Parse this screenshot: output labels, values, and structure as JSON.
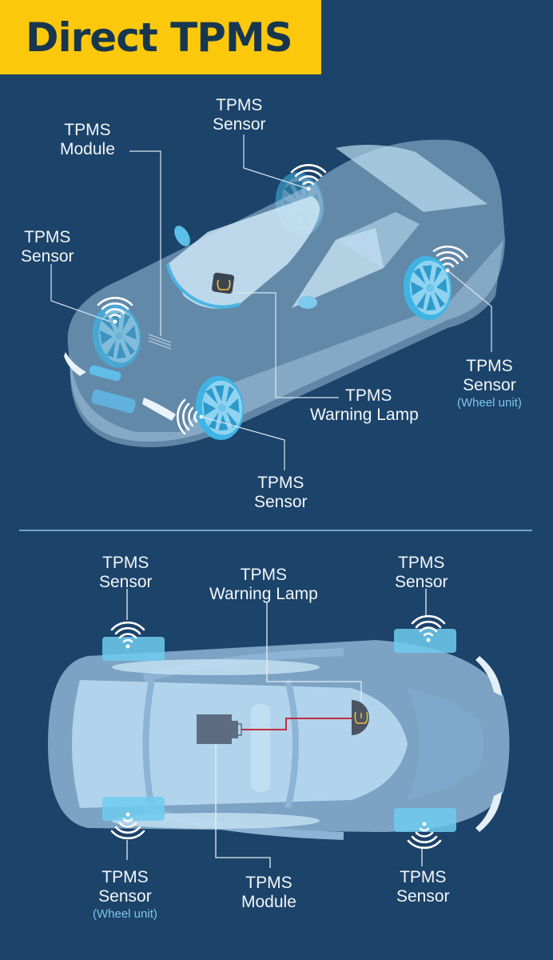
{
  "title": "Direct TPMS",
  "colors": {
    "background": "#1c4369",
    "title_banner": "#fcc80c",
    "title_text": "#17364f",
    "label_text": "#f2f6fa",
    "sub_label_text": "#7ec4f0",
    "car_body": "#a9cde8",
    "wheel": "#3fb4e4",
    "wire": "#c0303a",
    "divider": "#6fa6d3"
  },
  "top_view": {
    "description": "Isometric view of car with sensors",
    "labels": {
      "sensor_top": {
        "line1": "TPMS",
        "line2": "Sensor"
      },
      "module": {
        "line1": "TPMS",
        "line2": "Module"
      },
      "sensor_left": {
        "line1": "TPMS",
        "line2": "Sensor"
      },
      "sensor_right": {
        "line1": "TPMS",
        "line2": "Sensor",
        "sub": "(Wheel unit)"
      },
      "warning_lamp": {
        "line1": "TPMS",
        "line2": "Warning Lamp"
      },
      "sensor_bottom": {
        "line1": "TPMS",
        "line2": "Sensor"
      }
    }
  },
  "bottom_view": {
    "description": "Top-down view of car with sensors",
    "labels": {
      "sensor_top_left": {
        "line1": "TPMS",
        "line2": "Sensor"
      },
      "warning_lamp": {
        "line1": "TPMS",
        "line2": "Warning Lamp"
      },
      "sensor_top_right": {
        "line1": "TPMS",
        "line2": "Sensor"
      },
      "sensor_bottom_left": {
        "line1": "TPMS",
        "line2": "Sensor",
        "sub": "(Wheel unit)"
      },
      "module": {
        "line1": "TPMS",
        "line2": "Module"
      },
      "sensor_bottom_right": {
        "line1": "TPMS",
        "line2": "Sensor"
      }
    }
  }
}
